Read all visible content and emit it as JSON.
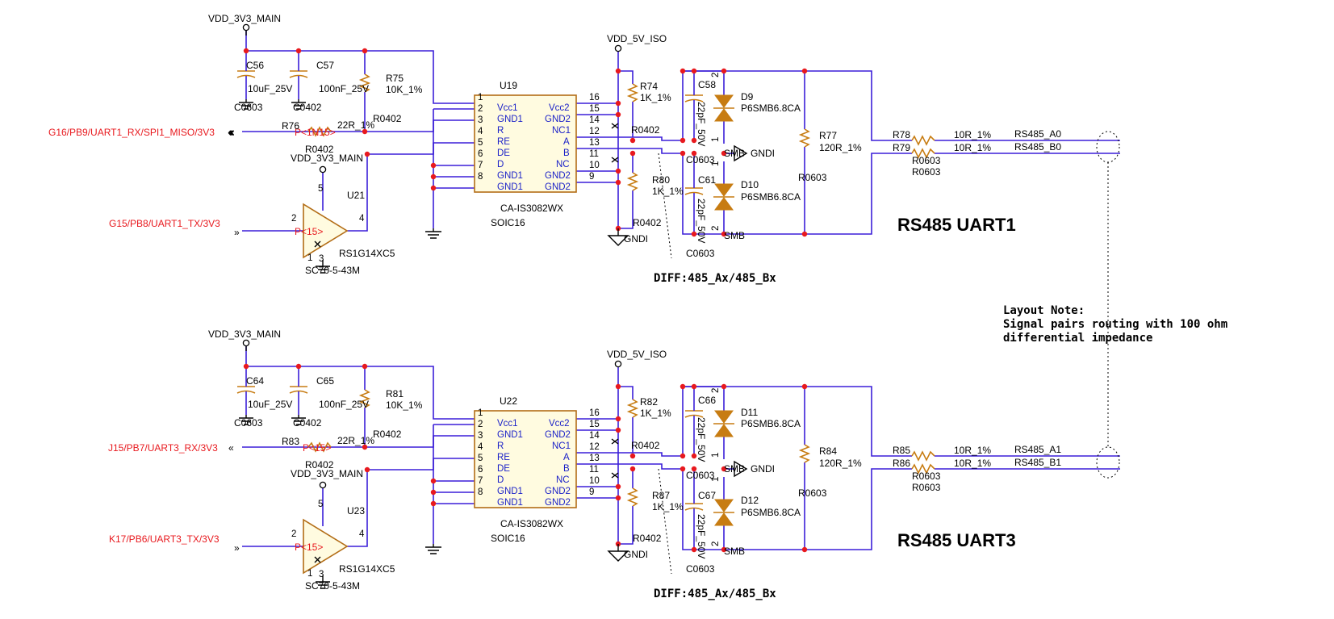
{
  "layout_note": {
    "heading": "Layout Note:",
    "line1": "Signal pairs routing with 100 ohm",
    "line2": "differential impedance"
  },
  "channels": [
    {
      "title": "RS485 UART1",
      "diff_note": "DIFF:485_Ax/485_Bx",
      "rx_signal": "G16/PB9/UART1_RX/SPI1_MISO/3V3",
      "tx_signal": "G15/PB8/UART1_TX/3V3",
      "rx_port_tag": "P<1N15>",
      "tx_port_tag": "P<15>",
      "pwr_main": "VDD_3V3_MAIN",
      "pwr_iso": "VDD_5V_ISO",
      "gnd_iso": "GNDI",
      "c_bulk": {
        "ref": "C56",
        "value": "10uF_25V",
        "pkg": "C0603"
      },
      "c_dec": {
        "ref": "C57",
        "value": "100nF_25V",
        "pkg": "C0402"
      },
      "r_pull": {
        "ref": "R75",
        "value": "10K_1%",
        "pkg": "R0402"
      },
      "r_rx": {
        "ref": "R76",
        "value": "22R_1%",
        "pkg": "R0402"
      },
      "buffer": {
        "ref": "U21",
        "part": "RS1G14XC5",
        "pkg": "SC70-5-43M",
        "pwr": "VDD_3V3_MAIN",
        "pins": [
          "5",
          "2",
          "4",
          "1",
          "3"
        ]
      },
      "transceiver": {
        "ref": "U19",
        "part": "CA-IS3082WX",
        "pkg": "SOIC16",
        "left_pins": [
          {
            "num": "1",
            "name": "Vcc1"
          },
          {
            "num": "2",
            "name": "GND1"
          },
          {
            "num": "3",
            "name": "R"
          },
          {
            "num": "4",
            "name": "RE"
          },
          {
            "num": "5",
            "name": "DE"
          },
          {
            "num": "6",
            "name": "D"
          },
          {
            "num": "7",
            "name": "GND1"
          },
          {
            "num": "8",
            "name": "GND1"
          }
        ],
        "right_pins": [
          {
            "num": "16",
            "name": "Vcc2"
          },
          {
            "num": "15",
            "name": "GND2"
          },
          {
            "num": "14",
            "name": "NC1"
          },
          {
            "num": "12",
            "name": "A"
          },
          {
            "num": "13",
            "name": "B"
          },
          {
            "num": "11",
            "name": "NC"
          },
          {
            "num": "10",
            "name": "GND2"
          },
          {
            "num": "9",
            "name": "GND2"
          }
        ]
      },
      "r_bias_top": {
        "ref": "R74",
        "value": "1K_1%",
        "pkg": "R0402"
      },
      "r_bias_bot": {
        "ref": "R80",
        "value": "1K_1%",
        "pkg": "R0402"
      },
      "c_top": {
        "ref": "C58",
        "value": "22pF_50V",
        "pkg": "C0603"
      },
      "c_bot": {
        "ref": "C61",
        "value": "22pF_50V",
        "pkg": "C0603"
      },
      "tvs_top": {
        "ref": "D9",
        "part": "P6SMB6.8CA",
        "pkg": "SMB",
        "pins": [
          "2",
          "1"
        ]
      },
      "tvs_bot": {
        "ref": "D10",
        "part": "P6SMB6.8CA",
        "pkg": "SMB",
        "pins": [
          "1",
          "2"
        ]
      },
      "r_term": {
        "ref": "R77",
        "value": "120R_1%",
        "pkg": "R0603"
      },
      "r_ser_a": {
        "ref": "R78",
        "value": "10R_1%",
        "pkg": "R0603"
      },
      "r_ser_b": {
        "ref": "R79",
        "value": "10R_1%",
        "pkg": "R0603"
      },
      "out_a": "RS485_A0",
      "out_b": "RS485_B0"
    },
    {
      "title": "RS485 UART3",
      "diff_note": "DIFF:485_Ax/485_Bx",
      "rx_signal": "J15/PB7/UART3_RX/3V3",
      "tx_signal": "K17/PB6/UART3_TX/3V3",
      "rx_port_tag": "P<15>",
      "tx_port_tag": "P<15>",
      "pwr_main": "VDD_3V3_MAIN",
      "pwr_iso": "VDD_5V_ISO",
      "gnd_iso": "GNDI",
      "c_bulk": {
        "ref": "C64",
        "value": "10uF_25V",
        "pkg": "C0603"
      },
      "c_dec": {
        "ref": "C65",
        "value": "100nF_25V",
        "pkg": "C0402"
      },
      "r_pull": {
        "ref": "R81",
        "value": "10K_1%",
        "pkg": "R0402"
      },
      "r_rx": {
        "ref": "R83",
        "value": "22R_1%",
        "pkg": "R0402"
      },
      "buffer": {
        "ref": "U23",
        "part": "RS1G14XC5",
        "pkg": "SC70-5-43M",
        "pwr": "VDD_3V3_MAIN",
        "pins": [
          "5",
          "2",
          "4",
          "1",
          "3"
        ]
      },
      "transceiver": {
        "ref": "U22",
        "part": "CA-IS3082WX",
        "pkg": "SOIC16",
        "left_pins": [
          {
            "num": "1",
            "name": "Vcc1"
          },
          {
            "num": "2",
            "name": "GND1"
          },
          {
            "num": "3",
            "name": "R"
          },
          {
            "num": "4",
            "name": "RE"
          },
          {
            "num": "5",
            "name": "DE"
          },
          {
            "num": "6",
            "name": "D"
          },
          {
            "num": "7",
            "name": "GND1"
          },
          {
            "num": "8",
            "name": "GND1"
          }
        ],
        "right_pins": [
          {
            "num": "16",
            "name": "Vcc2"
          },
          {
            "num": "15",
            "name": "GND2"
          },
          {
            "num": "14",
            "name": "NC1"
          },
          {
            "num": "12",
            "name": "A"
          },
          {
            "num": "13",
            "name": "B"
          },
          {
            "num": "11",
            "name": "NC"
          },
          {
            "num": "10",
            "name": "GND2"
          },
          {
            "num": "9",
            "name": "GND2"
          }
        ]
      },
      "r_bias_top": {
        "ref": "R82",
        "value": "1K_1%",
        "pkg": "R0402"
      },
      "r_bias_bot": {
        "ref": "R87",
        "value": "1K_1%",
        "pkg": "R0402"
      },
      "c_top": {
        "ref": "C66",
        "value": "22pF_50V",
        "pkg": "C0603"
      },
      "c_bot": {
        "ref": "C67",
        "value": "22pF_50V",
        "pkg": "C0603"
      },
      "tvs_top": {
        "ref": "D11",
        "part": "P6SMB6.8CA",
        "pkg": "SMB",
        "pins": [
          "2",
          "1"
        ]
      },
      "tvs_bot": {
        "ref": "D12",
        "part": "P6SMB6.8CA",
        "pkg": "SMB",
        "pins": [
          "1",
          "2"
        ]
      },
      "r_term": {
        "ref": "R84",
        "value": "120R_1%",
        "pkg": "R0603"
      },
      "r_ser_a": {
        "ref": "R85",
        "value": "10R_1%",
        "pkg": "R0603"
      },
      "r_ser_b": {
        "ref": "R86",
        "value": "10R_1%",
        "pkg": "R0603"
      },
      "out_a": "RS485_A1",
      "out_b": "RS485_B1"
    }
  ]
}
